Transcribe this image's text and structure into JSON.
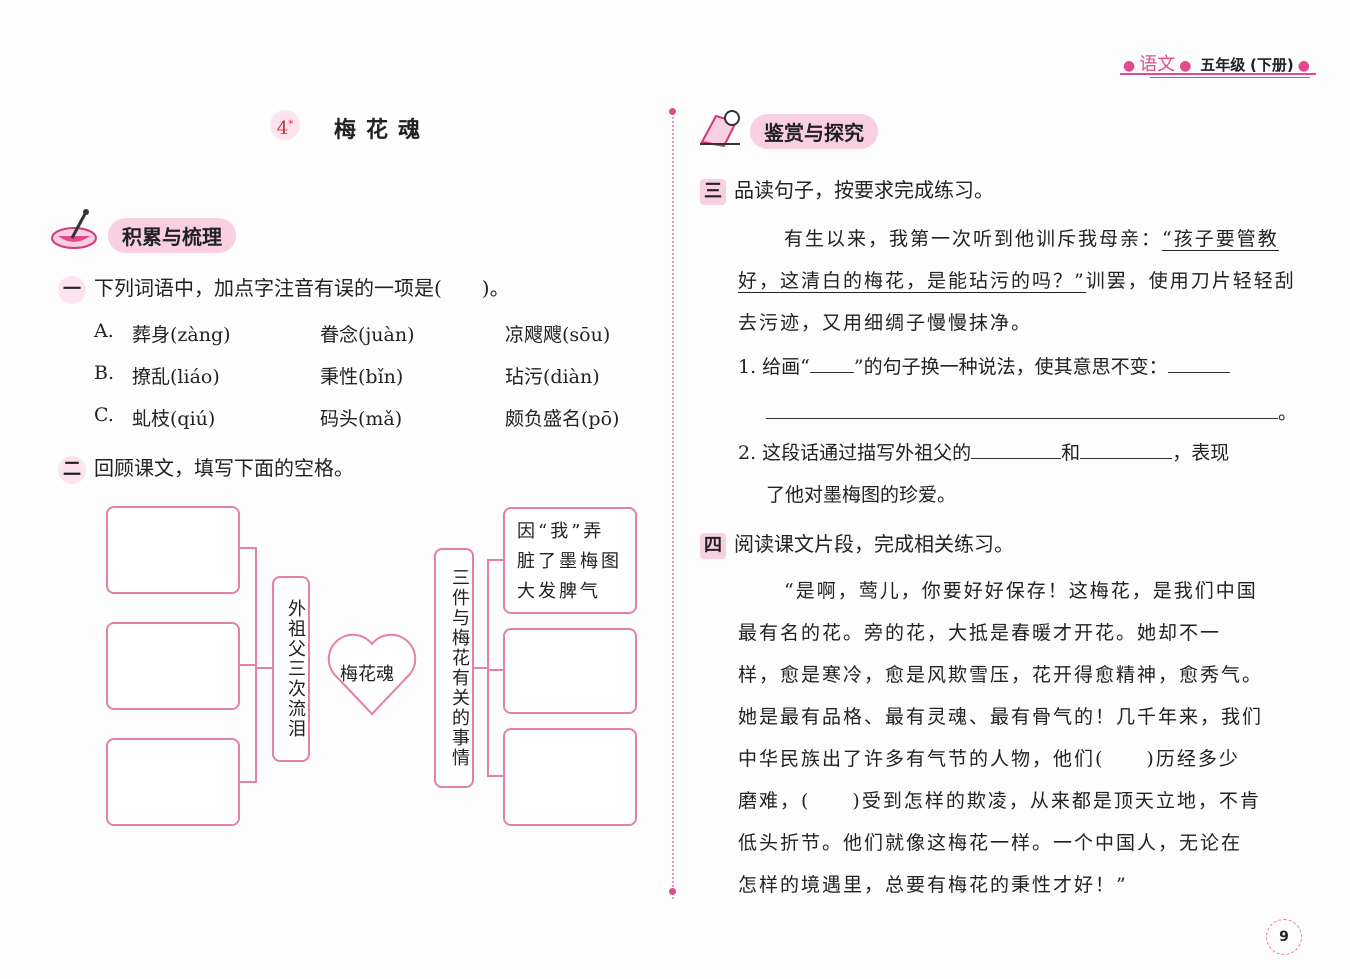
{
  "header": {
    "subject": "语文",
    "grade": "五年级",
    "volume": "下册"
  },
  "lesson": {
    "number": "4",
    "marker": "*",
    "title": "梅花魂"
  },
  "sections": {
    "left": "积累与梳理",
    "right": "鉴赏与探究"
  },
  "q1": {
    "num": "一",
    "text": "下列词语中，加点字注音有误的一项是(　　)。",
    "rows": [
      {
        "label": "A.",
        "items": [
          "葬身(zàng)",
          "眷念(juàn)",
          "凉飕飕(sōu)"
        ]
      },
      {
        "label": "B.",
        "items": [
          "撩乱(liáo)",
          "秉性(bǐn)",
          "玷污(diàn)"
        ]
      },
      {
        "label": "C.",
        "items": [
          "虬枝(qiú)",
          "码头(mǎ)",
          "颇负盛名(pō)"
        ]
      }
    ]
  },
  "q2": {
    "num": "二",
    "text": "回顾课文，填写下面的空格。"
  },
  "diagram": {
    "center": "梅花魂",
    "left_label": "外祖父三次流泪",
    "right_label": "三件与梅花有关的事情",
    "right_first": "因“我”弄脏了墨梅图大发脾气"
  },
  "q3": {
    "num": "三",
    "text": "品读句子，按要求完成练习。",
    "passage_pre": "有生以来，我第一次听到他训斥我母亲：",
    "passage_quote": "“孩子要管教好，这清白的梅花，是能玷污的吗？”",
    "passage_post": "训罢，使用刀片轻轻刮去污迹，又用细绸子慢慢抹净。",
    "sub1_a": "1. 给画“",
    "sub1_b": "”的句子换一种说法，使其意思不变：",
    "sub1_end": "。",
    "sub2_a": "2. 这段话通过描写外祖父的",
    "sub2_and": "和",
    "sub2_b": "，表现",
    "sub2_c": "了他对墨梅图的珍爱。"
  },
  "q4": {
    "num": "四",
    "text": "阅读课文片段，完成相关练习。",
    "lines": [
      "“是啊，莺儿，你要好好保存！这梅花，是我们中国",
      "最有名的花。旁的花，大抵是春暖才开花。她却不一",
      "样，愈是寒冷，愈是风欺雪压，花开得愈精神，愈秀气。",
      "她是最有品格、最有灵魂、最有骨气的！几千年来，我们",
      "中华民族出了许多有气节的人物，他们(　　)历经多少",
      "磨难，(　　)受到怎样的欺凌，从来都是顶天立地，不肯",
      "低头折节。他们就像这梅花一样。一个中国人，无论在",
      "怎样的境遇里，总要有梅花的秉性才好！”"
    ]
  },
  "page_number": "9"
}
